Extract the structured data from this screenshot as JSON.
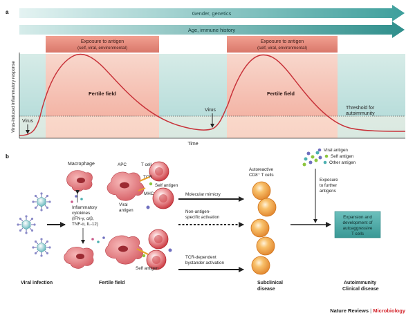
{
  "panel_a": {
    "label": "a",
    "arrow_top": "Gender, genetics",
    "arrow_second": "Age, immune history",
    "exposure_title": "Exposure to antigen",
    "exposure_subtitle": "(self, viral, environmental)",
    "fertile_field": "Fertile field",
    "virus": "Virus",
    "threshold_line1": "Threshold for",
    "threshold_line2": "autoimmunity",
    "y_axis_label": "Virus-induced inflammatory response",
    "x_axis_label": "Time"
  },
  "panel_b": {
    "label": "b",
    "macrophage": "Macrophage",
    "apc": "APC",
    "t_cell": "T cell",
    "tcr": "TCR",
    "self_antigen": "Self antigen",
    "mhc": "MHC",
    "viral_antigen_l1": "Viral",
    "viral_antigen_l2": "antigen",
    "cytokines_lines": [
      "Inflammatory",
      "cytokines",
      "(IFN-γ, α/β,",
      "TNF-α, IL-12)"
    ],
    "molecular_mimicry": "Molecular mimicry",
    "non_specific_lines": [
      "Non-antigen-",
      "specific activation"
    ],
    "bystander_lines": [
      "TCR-dependent",
      "bystander activation"
    ],
    "autoreactive_l1": "Autoreactive",
    "autoreactive_l2": "CD8⁺ T cells",
    "legend_viral": "Viral antigen",
    "legend_self": "Self antigen",
    "legend_other": "Other antigen",
    "exposure_further_lines": [
      "Exposure",
      "to further",
      "antigens"
    ],
    "expansion_lines": [
      "Expansion and",
      "development of",
      "autoaggressive",
      "T cells"
    ],
    "stage_viral_infection": "Viral infection",
    "stage_fertile_field": "Fertile field",
    "stage_subclinical_l1": "Subclinical",
    "stage_subclinical_l2": "disease",
    "stage_autoimmunity_l1": "Autoimmunity",
    "stage_autoimmunity_l2": "Clinical disease"
  },
  "footer": {
    "journal": "Nature Reviews",
    "separator": " | ",
    "section": "Microbiology"
  },
  "colors": {
    "teal": "#4aa8a6",
    "salmon": "#e58f80",
    "curve": "#c8333a",
    "cell_red": "#d9434a",
    "cell_orange": "#f09a3c",
    "virus": "#7ec8cc",
    "accent_red": "#d21f26"
  }
}
